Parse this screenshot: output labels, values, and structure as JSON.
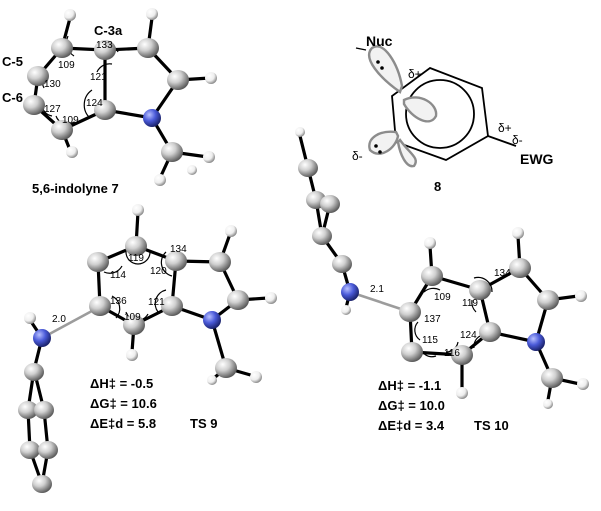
{
  "structure7": {
    "caption": "5,6-indolyne 7",
    "labels": {
      "c5": "C-5",
      "c6": "C-6",
      "c3a": "C-3a"
    },
    "angles": {
      "a109_top": "109",
      "a133": "133",
      "a130": "130",
      "a121": "121",
      "a127": "127",
      "a124": "124",
      "a109_bot": "109"
    }
  },
  "scheme8": {
    "caption": "8",
    "nuc": "Nuc",
    "ewg": "EWG",
    "delta_plus_1": "δ+",
    "delta_minus_1": "δ-",
    "delta_plus_2": "δ+",
    "delta_minus_2": "δ-"
  },
  "ts9": {
    "label": "TS 9",
    "distance": "2.0",
    "angles": {
      "a119": "119",
      "a134": "134",
      "a114": "114",
      "a120": "120",
      "a136": "136",
      "a121": "121",
      "a109": "109"
    },
    "energies": {
      "dH_label": "ΔH‡",
      "dH_value": " = -0.5",
      "dG_label": "ΔG‡",
      "dG_value": " = 10.6",
      "dE_label": "ΔE‡d",
      "dE_value": " = 5.8"
    }
  },
  "ts10": {
    "label": "TS 10",
    "distance": "2.1",
    "angles": {
      "a134": "134",
      "a109": "109",
      "a119": "119",
      "a137": "137",
      "a124": "124",
      "a115": "115",
      "a116": "116"
    },
    "energies": {
      "dH_label": "ΔH‡",
      "dH_value": " = -1.1",
      "dG_label": "ΔG‡",
      "dG_value": " = 10.0",
      "dE_label": "ΔE‡d",
      "dE_value": " = 3.4"
    }
  },
  "colors": {
    "carbon": "#c8c8c8",
    "hydrogen": "#f5f5f5",
    "nitrogen": "#4a5ad8",
    "bond": "#000000",
    "long_bond": "#9c9c9c"
  }
}
